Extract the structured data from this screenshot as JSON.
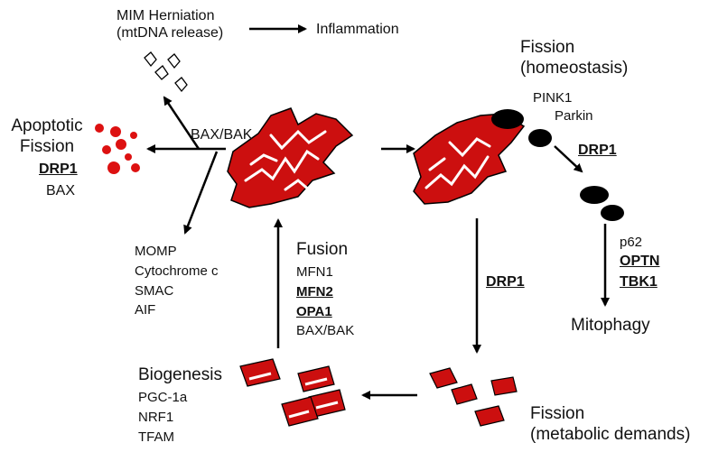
{
  "colors": {
    "mitochondria": "#cc0f0f",
    "cristae": "#ffffff",
    "arrow": "#000000"
  },
  "top": {
    "herniation_line1": "MIM Herniation",
    "herniation_line2": "(mtDNA release)",
    "inflammation": "Inflammation"
  },
  "apoptotic": {
    "title_line1": "Apoptotic",
    "title_line2": "Fission",
    "drp1": "DRP1",
    "bax": "BAX",
    "bax_bak": "BAX/BAK"
  },
  "momp": {
    "items": [
      "MOMP",
      "Cytochrome c",
      "SMAC",
      "AIF"
    ]
  },
  "fusion": {
    "title": "Fusion",
    "mfn1": "MFN1",
    "mfn2": "MFN2",
    "opa1": "OPA1",
    "bax_bak": "BAX/BAK"
  },
  "biogenesis": {
    "title": "Biogenesis",
    "items": [
      "PGC-1a",
      "NRF1",
      "TFAM"
    ]
  },
  "homeostasis": {
    "title_line1": "Fission",
    "title_line2": "(homeostasis)",
    "pink1": "PINK1",
    "parkin": "Parkin",
    "drp1": "DRP1"
  },
  "mitophagy": {
    "p62": "p62",
    "optn": "OPTN",
    "tbk1": "TBK1",
    "title": "Mitophagy"
  },
  "metabolic": {
    "drp1": "DRP1",
    "title_line1": "Fission",
    "title_line2": "(metabolic demands)"
  }
}
